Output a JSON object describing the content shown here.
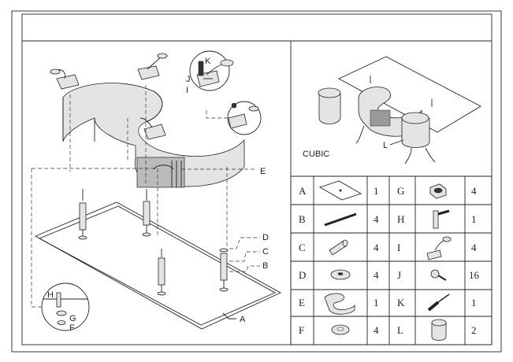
{
  "product_name": "CUBIC",
  "diagram_labels": {
    "A": "A",
    "C": "C",
    "B": "B",
    "D": "D",
    "E": "E",
    "F": "F",
    "G": "G",
    "H": "H",
    "I": "I",
    "J": "J",
    "K": "K",
    "L": "L"
  },
  "parts_table": [
    {
      "left_letter": "A",
      "left_icon": "glass-plate-icon",
      "left_qty": "1",
      "right_letter": "G",
      "right_icon": "nut-icon",
      "right_qty": "4"
    },
    {
      "left_letter": "B",
      "left_icon": "threaded-rod-icon",
      "left_qty": "4",
      "right_letter": "H",
      "right_icon": "allen-key-icon",
      "right_qty": "1"
    },
    {
      "left_letter": "C",
      "left_icon": "tube-leg-icon",
      "left_qty": "4",
      "right_letter": "I",
      "right_icon": "bracket-icon",
      "right_qty": "4"
    },
    {
      "left_letter": "D",
      "left_icon": "disc-cap-icon",
      "left_qty": "4",
      "right_letter": "J",
      "right_icon": "screw-icon",
      "right_qty": "16"
    },
    {
      "left_letter": "E",
      "left_icon": "s-base-icon",
      "left_qty": "1",
      "right_letter": "K",
      "right_icon": "screwdriver-icon",
      "right_qty": "1"
    },
    {
      "left_letter": "F",
      "left_icon": "washer-icon",
      "left_qty": "4",
      "right_letter": "L",
      "right_icon": "stool-icon",
      "right_qty": "2"
    }
  ]
}
